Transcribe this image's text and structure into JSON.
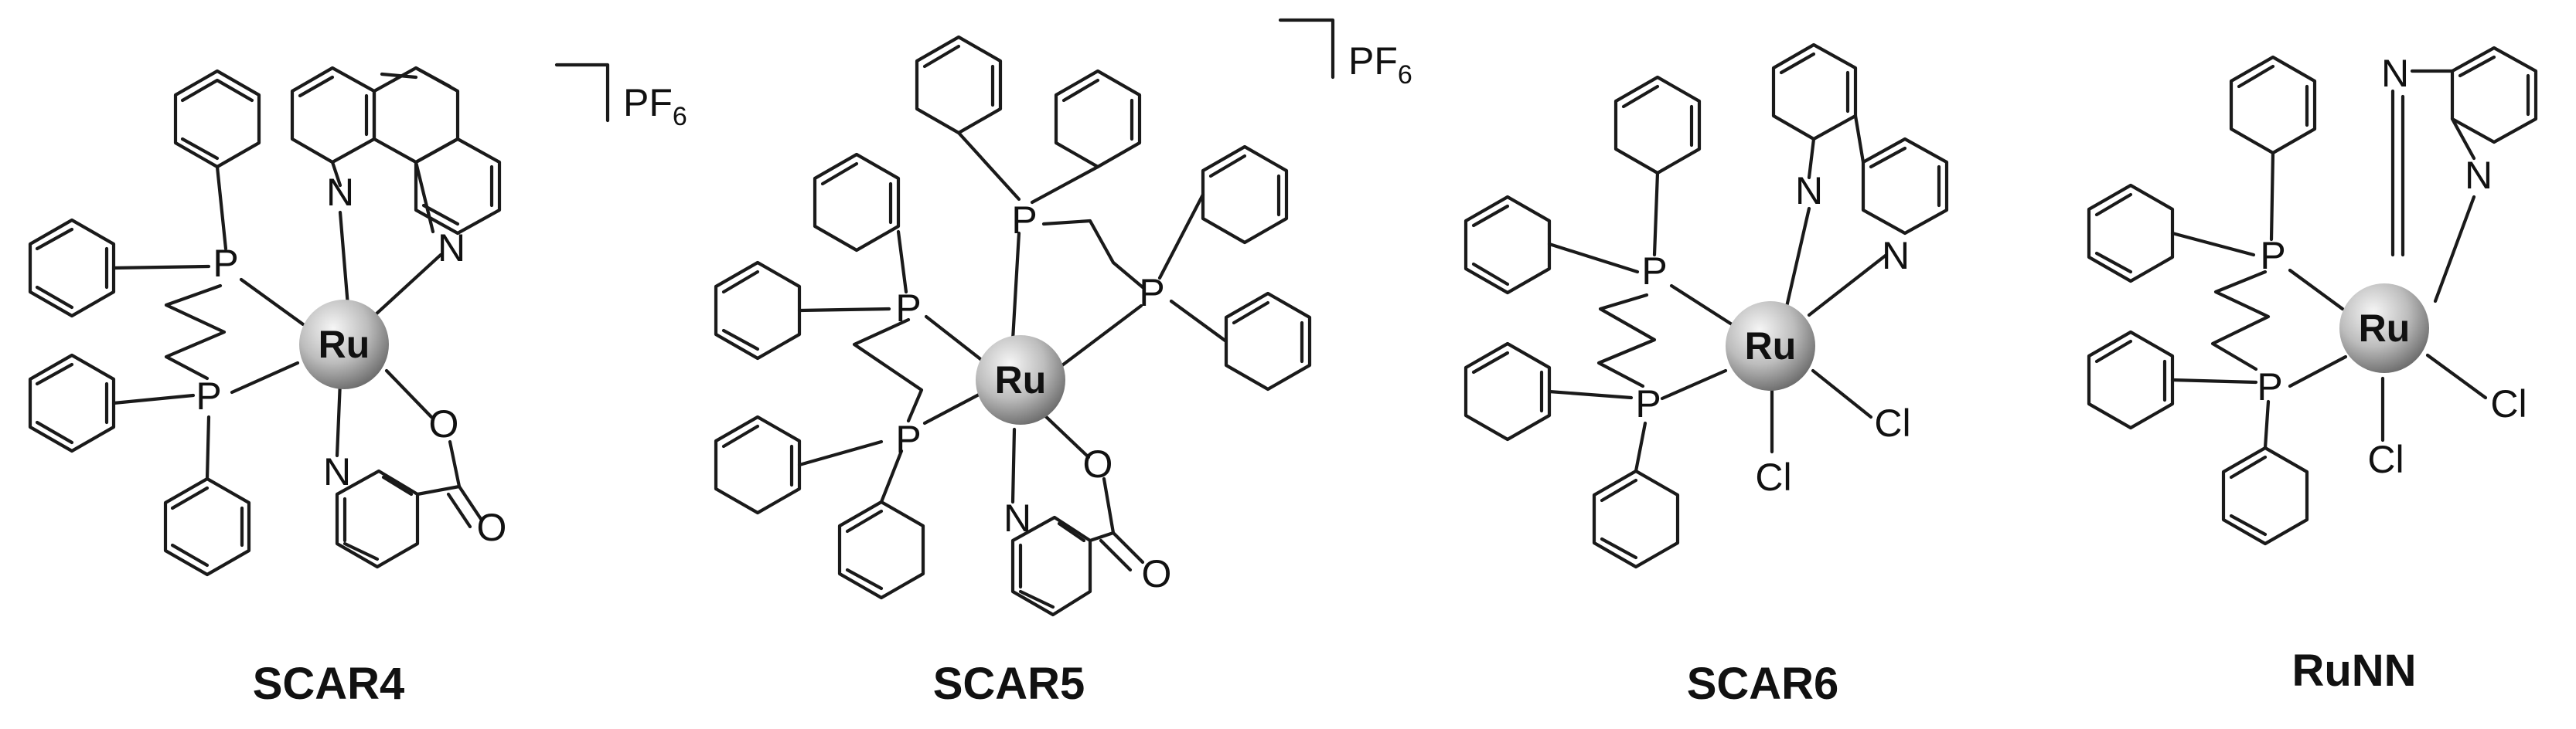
{
  "compounds": [
    {
      "name": "SCAR4",
      "metal": "Ru",
      "counterion": "PF",
      "counterion_sub": "6",
      "atoms": {
        "p1": "P",
        "p2": "P",
        "n1": "N",
        "n2": "N",
        "n3": "N",
        "o1": "O",
        "o2": "O"
      }
    },
    {
      "name": "SCAR5",
      "metal": "Ru",
      "counterion": "PF",
      "counterion_sub": "6",
      "atoms": {
        "p1": "P",
        "p2": "P",
        "p3": "P",
        "p4": "P",
        "n1": "N",
        "o1": "O",
        "o2": "O"
      }
    },
    {
      "name": "SCAR6",
      "metal": "Ru",
      "atoms": {
        "p1": "P",
        "p2": "P",
        "n1": "N",
        "n2": "N",
        "cl1": "Cl",
        "cl2": "Cl"
      }
    },
    {
      "name": "RuNN",
      "metal": "Ru",
      "atoms": {
        "p1": "P",
        "p2": "P",
        "n1": "N",
        "n2": "N",
        "cl1": "Cl",
        "cl2": "Cl"
      }
    }
  ],
  "colors": {
    "ink": "#1a1a1a",
    "background": "#ffffff",
    "metal_sphere_light": "#f2f2f2",
    "metal_sphere_dark": "#7a7a7a"
  }
}
